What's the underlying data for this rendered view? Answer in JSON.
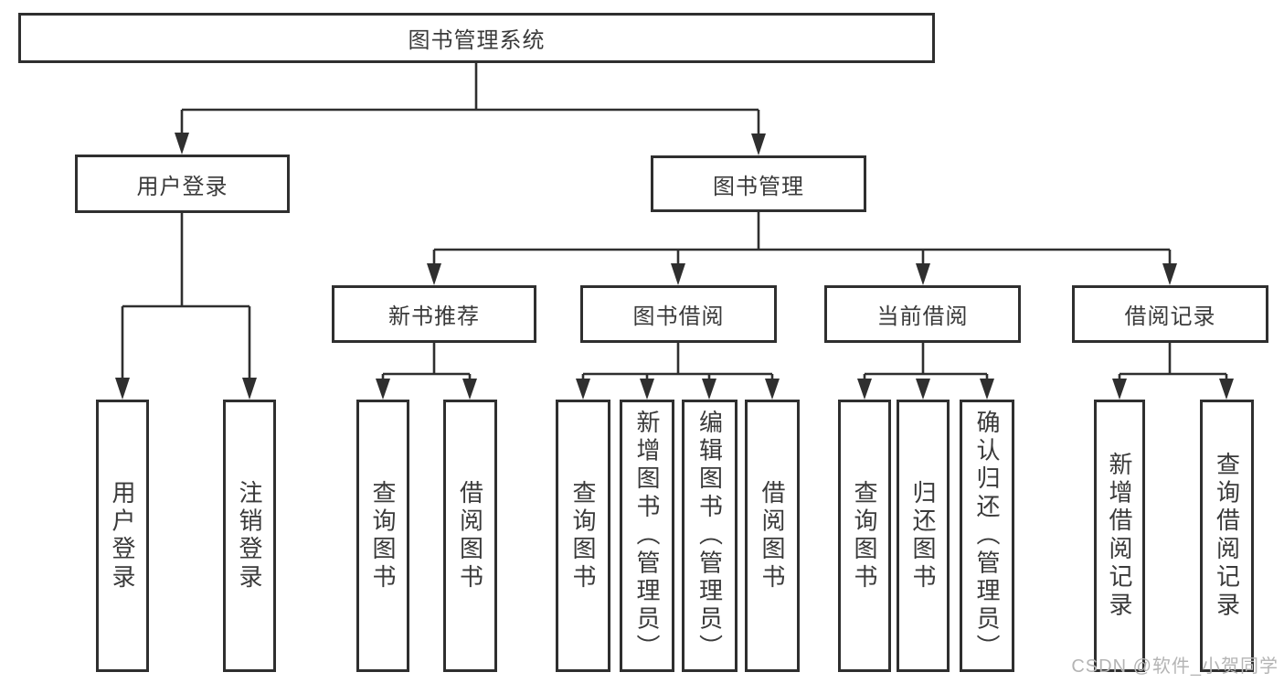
{
  "tree": {
    "label": "图书管理系统",
    "children": [
      {
        "label": "用户登录",
        "children": [
          {
            "label": "用户登录"
          },
          {
            "label": "注销登录"
          }
        ]
      },
      {
        "label": "图书管理",
        "children": [
          {
            "label": "新书推荐",
            "children": [
              {
                "label": "查询图书"
              },
              {
                "label": "借阅图书"
              }
            ]
          },
          {
            "label": "图书借阅",
            "children": [
              {
                "label": "查询图书"
              },
              {
                "label": "新增图书（管理员）"
              },
              {
                "label": "编辑图书（管理员）"
              },
              {
                "label": "借阅图书"
              }
            ]
          },
          {
            "label": "当前借阅",
            "children": [
              {
                "label": "查询图书"
              },
              {
                "label": "归还图书"
              },
              {
                "label": "确认归还（管理员）"
              }
            ]
          },
          {
            "label": "借阅记录",
            "children": [
              {
                "label": "新增借阅记录"
              },
              {
                "label": "查询借阅记录"
              }
            ]
          }
        ]
      }
    ]
  },
  "watermark": {
    "text": "CSDN @软件_小贺同学"
  },
  "colors": {
    "line": "#2f2f2f",
    "box_border": "#2f2f2f",
    "text": "#3a3a3a",
    "watermark_text": "#b4b4b4",
    "background": "#ffffff"
  }
}
